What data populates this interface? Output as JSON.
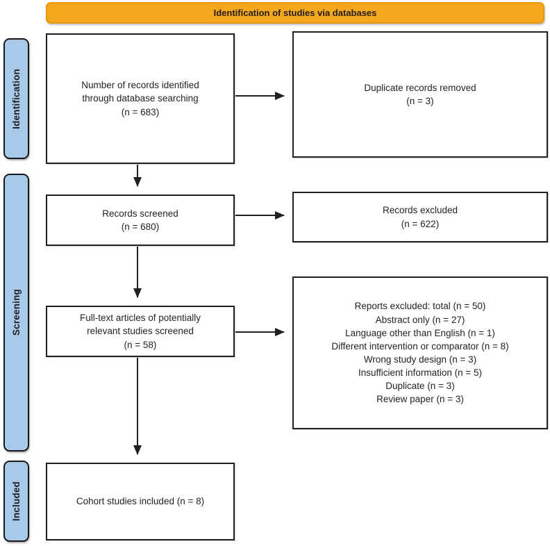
{
  "banner": {
    "label": "Identification of studies via databases"
  },
  "sidebar": {
    "stages": [
      {
        "label": "Identification"
      },
      {
        "label": "Screening"
      },
      {
        "label": "Included"
      }
    ]
  },
  "flow": {
    "identified": {
      "lines": "Number of records identified\nthrough database searching\n(n = 683)",
      "label": "Number of records identified through database searching",
      "n": 683
    },
    "duplicates_removed": {
      "lines": "Duplicate records removed\n(n = 3)",
      "label": "Duplicate records removed",
      "n": 3
    },
    "screened": {
      "lines": "Records screened\n(n = 680)",
      "label": "Records screened",
      "n": 680
    },
    "records_excluded": {
      "lines": "Records excluded\n(n = 622)",
      "label": "Records excluded",
      "n": 622
    },
    "fulltext_screened": {
      "lines": "Full-text articles of potentially\nrelevant studies screened\n(n = 58)",
      "label": "Full-text articles of potentially relevant studies screened",
      "n": 58
    },
    "reports_excluded": {
      "items": [
        {
          "line": "Reports excluded: total (n = 50)",
          "label": "Reports excluded: total",
          "n": 50
        },
        {
          "line": "Abstract only (n = 27)",
          "label": "Abstract only",
          "n": 27
        },
        {
          "line": "Language other than English (n = 1)",
          "label": "Language other than English",
          "n": 1
        },
        {
          "line": "Different intervention or comparator (n = 8)",
          "label": "Different intervention or comparator",
          "n": 8
        },
        {
          "line": "Wrong study design (n = 3)",
          "label": "Wrong study design",
          "n": 3
        },
        {
          "line": "Insufficient information (n = 5)",
          "label": "Insufficient information",
          "n": 5
        },
        {
          "line": "Duplicate (n = 3)",
          "label": "Duplicate",
          "n": 3
        },
        {
          "line": "Review paper (n = 3)",
          "label": "Review paper",
          "n": 3
        }
      ]
    },
    "included": {
      "lines": "Cohort studies included (n = 8)",
      "label": "Cohort studies included",
      "n": 8
    }
  },
  "colors": {
    "banner_fill": "#f4a71d",
    "banner_border": "#e8960e",
    "stage_fill": "#a9c9e8",
    "stage_border": "#18181c",
    "box_border": "#231f20",
    "arrow": "#231f20",
    "text": "#231f20",
    "background": "#ffffff"
  }
}
